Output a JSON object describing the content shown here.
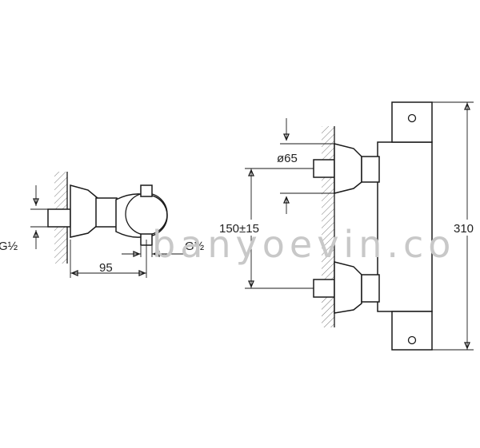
{
  "side_view": {
    "thread_left": "G½",
    "thread_right": "G½",
    "depth": "95"
  },
  "front_view": {
    "outlet_diameter": "ø65",
    "center_distance": "150±15",
    "height": "310"
  },
  "watermark": "banyoevin.co"
}
